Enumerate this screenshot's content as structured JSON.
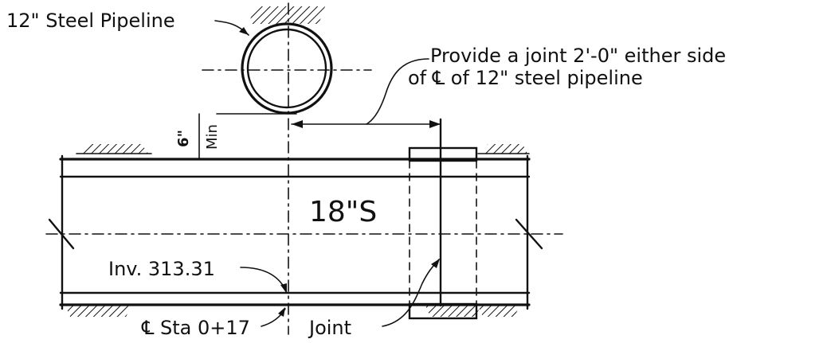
{
  "labels": {
    "pipeline": "12\" Steel Pipeline",
    "note_line1": "Provide a joint 2'-0\" either side",
    "note_line2": "of ℄ of 12\" steel pipeline",
    "clearance_value": "6\"",
    "clearance_unit": "Min",
    "pipe_size": "18\"S",
    "invert": "Inv. 313.31",
    "station": "℄ Sta 0+17",
    "joint": "Joint"
  },
  "colors": {
    "ink": "#111111",
    "paper": "#ffffff"
  }
}
